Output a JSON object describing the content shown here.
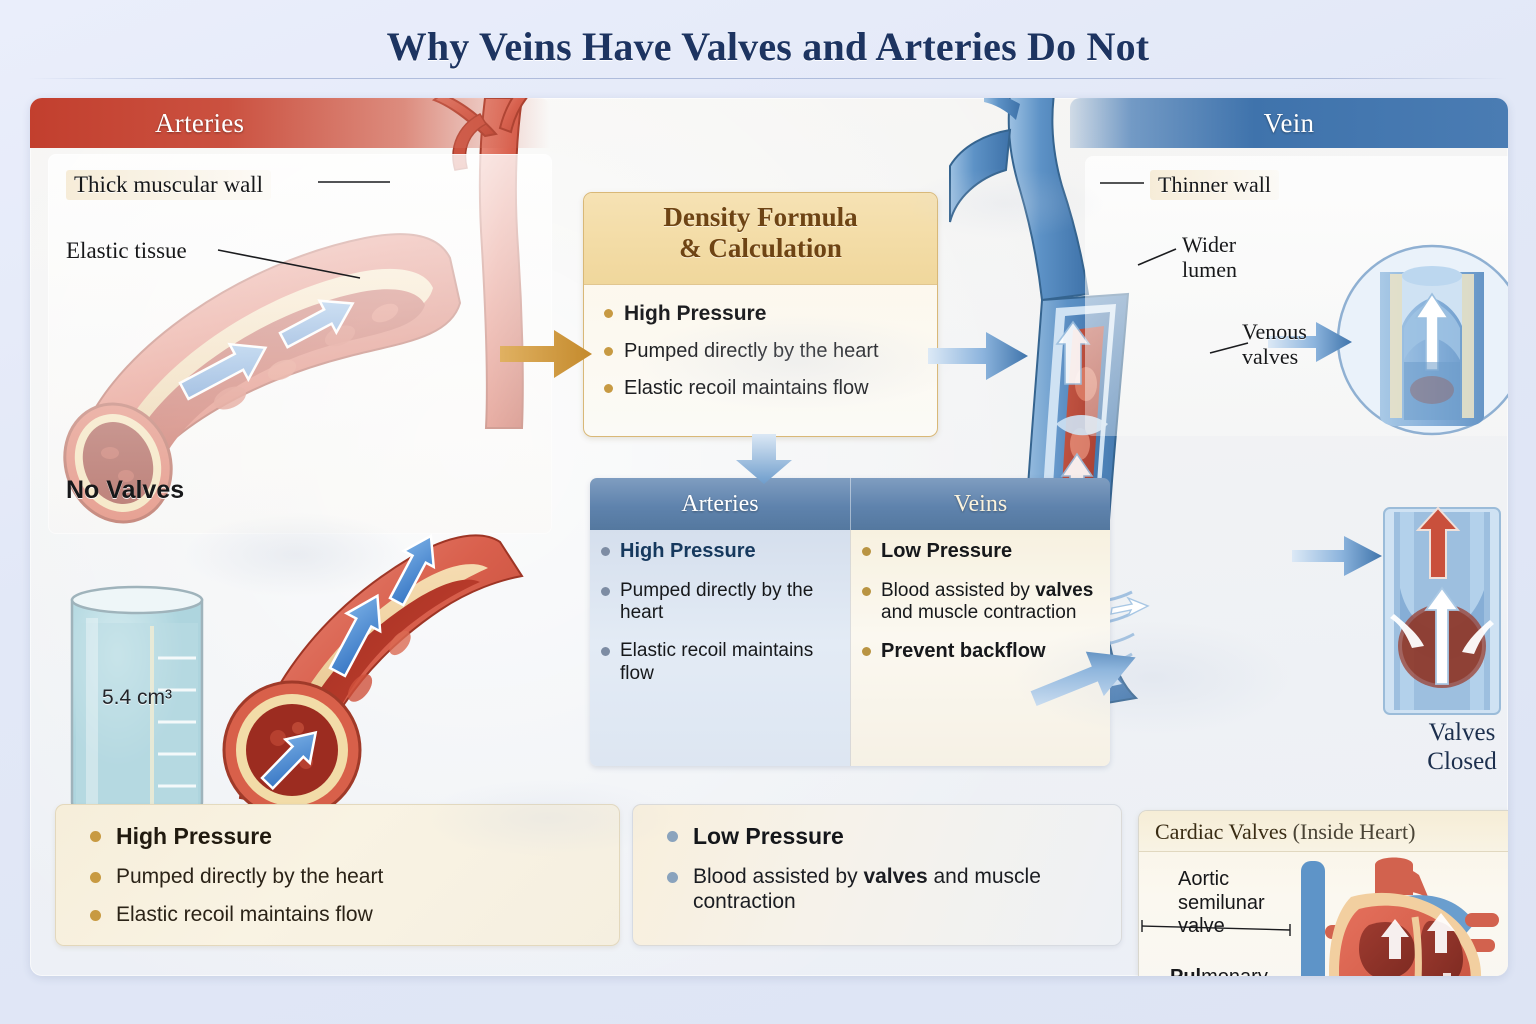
{
  "page_title": "Why Veins Have Valves and Arteries Do Not",
  "arteries_panel": {
    "header": "Arteries",
    "labels": {
      "thick_wall": "Thick muscular wall",
      "elastic_tissue": "Elastic tissue",
      "no_valves": "No Valves",
      "beaker_volume": "5.4 cm³"
    }
  },
  "density_card": {
    "title_line1": "Density Formula",
    "title_line2": "& Calculation",
    "bullets": [
      "High Pressure",
      "Pumped directly by the heart",
      "Elastic recoil maintains flow"
    ]
  },
  "compare_table": {
    "headers": [
      "Arteries",
      "Veins"
    ],
    "arteries": [
      "High Pressure",
      "Pumped directly by the heart",
      "Elastic recoil maintains flow"
    ],
    "veins": [
      "Low Pressure",
      "Blood assisted by valves and muscle contraction",
      "Prevent backflow"
    ]
  },
  "vein_panel": {
    "header": "Vein",
    "labels": {
      "thinner_wall": "Thinner wall",
      "wider_lumen": "Wider lumen",
      "venous_valves": "Venous valves"
    },
    "valves_closed_caption_line1": "Valves",
    "valves_closed_caption_line2": "Closed"
  },
  "cardiac_card": {
    "title_main": "Cardiac Valves",
    "title_paren": " (Inside Heart)",
    "aortic_label": "Aortic semilunar valve",
    "pulmonary_label_bold": "Pul",
    "pulmonary_label_rest": "monary semilunar valve"
  },
  "summary_arteries": {
    "bullets": [
      "High Pressure",
      "Pumped directly by the heart",
      "Elastic recoil maintains flow"
    ]
  },
  "summary_veins": {
    "bullets": [
      "Low Pressure",
      "Blood assisted by valves and muscle contraction"
    ]
  },
  "colors": {
    "artery_red": "#c23f2e",
    "vein_blue": "#3f73ac",
    "gold_accent": "#c79a43",
    "title_navy": "#1d3461",
    "background": "#e2e8f7"
  }
}
